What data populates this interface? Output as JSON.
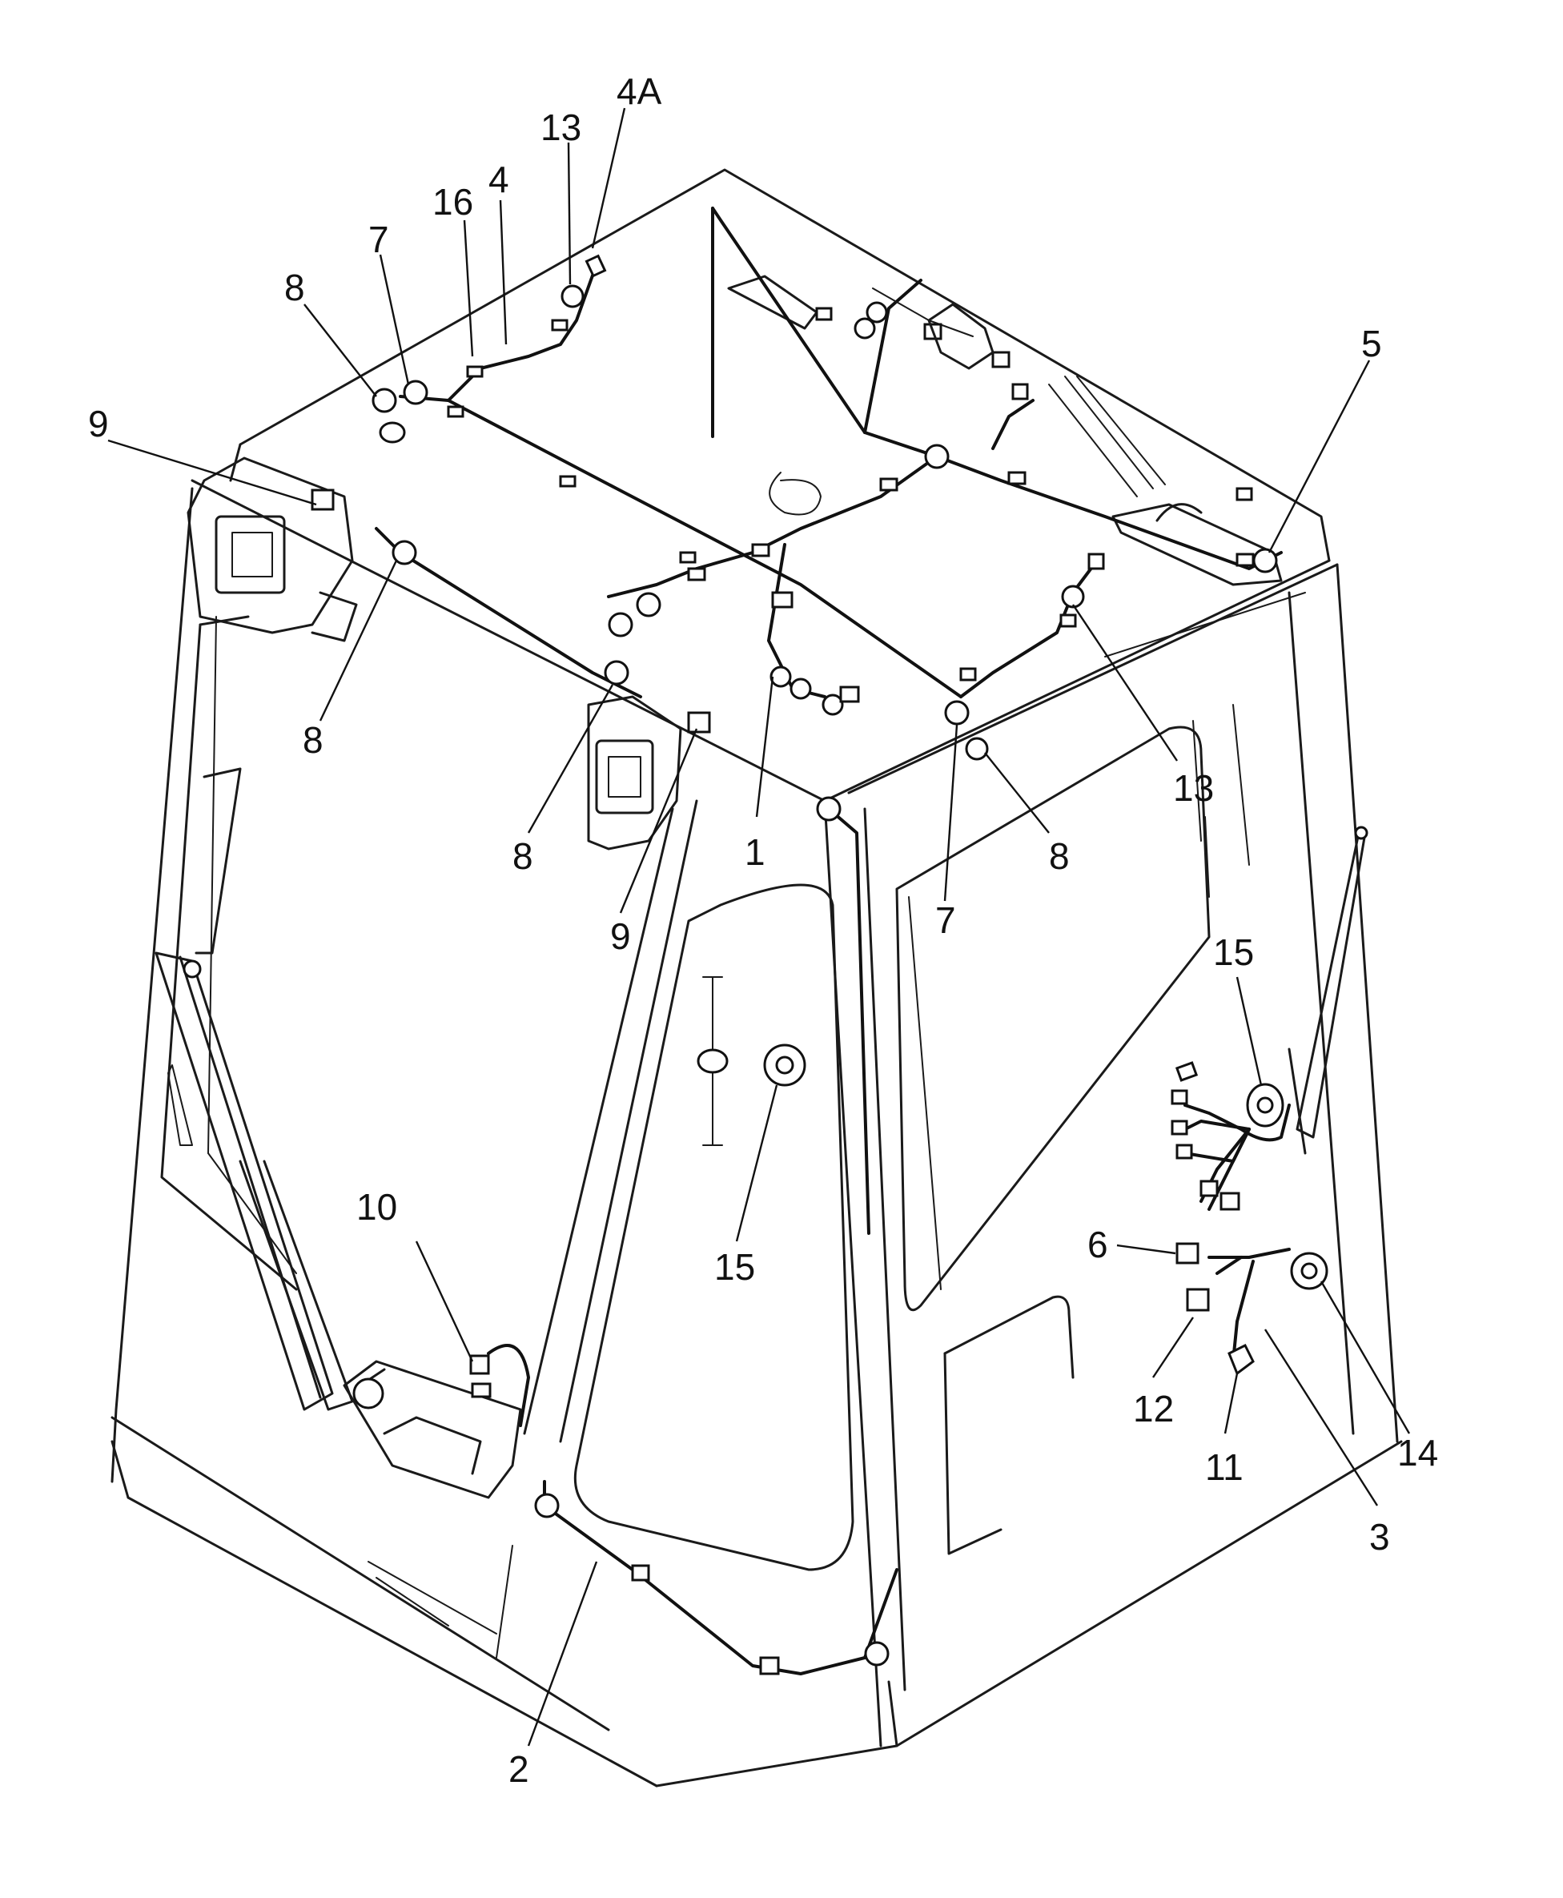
{
  "labels": [
    {
      "id": "label-4a",
      "text": "4A"
    },
    {
      "id": "label-13-top",
      "text": "13"
    },
    {
      "id": "label-16",
      "text": "16"
    },
    {
      "id": "label-4",
      "text": "4"
    },
    {
      "id": "label-7-top",
      "text": "7"
    },
    {
      "id": "label-8-top",
      "text": "8"
    },
    {
      "id": "label-9-left",
      "text": "9"
    },
    {
      "id": "label-8-left",
      "text": "8"
    },
    {
      "id": "label-5",
      "text": "5"
    },
    {
      "id": "label-13-right",
      "text": "13"
    },
    {
      "id": "label-8-center",
      "text": "8"
    },
    {
      "id": "label-9-center",
      "text": "9"
    },
    {
      "id": "label-1",
      "text": "1"
    },
    {
      "id": "label-7-center",
      "text": "7"
    },
    {
      "id": "label-8-right",
      "text": "8"
    },
    {
      "id": "label-15-right",
      "text": "15"
    },
    {
      "id": "label-15-center",
      "text": "15"
    },
    {
      "id": "label-10",
      "text": "10"
    },
    {
      "id": "label-6",
      "text": "6"
    },
    {
      "id": "label-12",
      "text": "12"
    },
    {
      "id": "label-11",
      "text": "11"
    },
    {
      "id": "label-14",
      "text": "14"
    },
    {
      "id": "label-3",
      "text": "3"
    },
    {
      "id": "label-2",
      "text": "2"
    }
  ]
}
